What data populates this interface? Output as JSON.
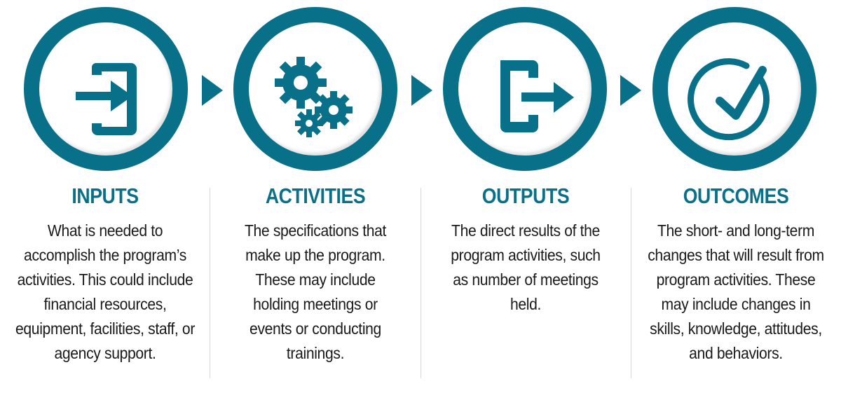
{
  "accent_color": "#087189",
  "steps": [
    {
      "icon": "sign-in-icon",
      "title": "INPUTS",
      "text": "What is needed to accomplish the program’s activities. This could include financial resources, equipment, facilities, staff, or agency support."
    },
    {
      "icon": "gears-icon",
      "title": "ACTIVITIES",
      "text": "The specifications that make up the program. These may include holding meetings or events or conducting trainings."
    },
    {
      "icon": "sign-out-icon",
      "title": "OUTPUTS",
      "text": "The direct results of the program activities, such as number of meetings held."
    },
    {
      "icon": "check-circle-icon",
      "title": "OUTCOMES",
      "text": "The short- and long-term changes that will result from program activities. These may include changes in skills, knowledge, attitudes, and behaviors."
    }
  ]
}
